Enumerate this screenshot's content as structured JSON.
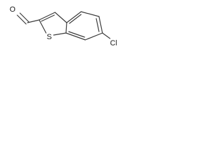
{
  "molecule": {
    "atoms": [
      {
        "id": "O",
        "label": "O"
      },
      {
        "id": "S",
        "label": "S"
      },
      {
        "id": "Cl",
        "label": "Cl"
      }
    ]
  }
}
